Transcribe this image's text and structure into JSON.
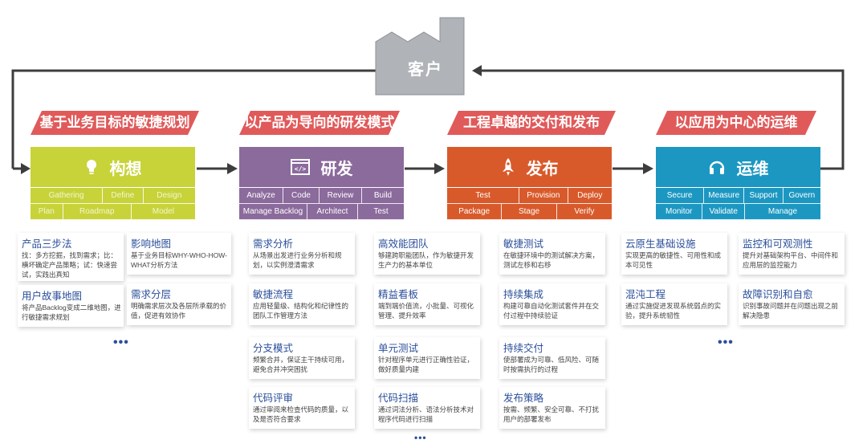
{
  "customer": "客户",
  "banners": [
    "基于业务目标的敏捷规划",
    "以产品为导向的研发模式",
    "工程卓越的交付和发布",
    "以应用为中心的运维"
  ],
  "phases": [
    {
      "title": "构想",
      "icon": "lightbulb-icon",
      "color": "#c8d33a",
      "row1": [
        "Gathering",
        "Define",
        "Design"
      ],
      "row2": [
        "Plan",
        "Roadmap",
        "Model"
      ]
    },
    {
      "title": "研发",
      "icon": "code-window-icon",
      "color": "#8b6a9c",
      "row1": [
        "Analyze",
        "Code",
        "Review",
        "Build"
      ],
      "row2": [
        "Manage Backlog",
        "Architect",
        "Test"
      ]
    },
    {
      "title": "发布",
      "icon": "rocket-icon",
      "color": "#d85a2b",
      "row1": [
        "Test",
        "Provision",
        "Deploy"
      ],
      "row2": [
        "Package",
        "Stage",
        "Verify"
      ]
    },
    {
      "title": "运维",
      "icon": "headset-icon",
      "color": "#1c97c2",
      "row1": [
        "Secure",
        "Measure",
        "Support",
        "Govern"
      ],
      "row2": [
        "Monitor",
        "Validate",
        "Manage"
      ]
    }
  ],
  "cards": [
    {
      "t": "产品三步法",
      "d": "找：多方挖掘，找到需求；比：横坏确定产品策略；试：快速尝试，实践出真知"
    },
    {
      "t": "影响地图",
      "d": "基于业务目标WHY-WHO-HOW-WHAT分析方法"
    },
    {
      "t": "用户故事地图",
      "d": "将产品Backlog变成二维地图，进行敏捷需求规划"
    },
    {
      "t": "需求分层",
      "d": "明确需求层次及各层所承载的价值，促进有效协作"
    },
    {
      "t": "需求分析",
      "d": "从场景出发进行业务分析和规划，以实例澄清需求"
    },
    {
      "t": "敏捷流程",
      "d": "应用轻量级、结构化和纪律性的团队工作管理方法"
    },
    {
      "t": "分支模式",
      "d": "频繁合并，保证主干持续可用，避免合并冲突困扰"
    },
    {
      "t": "代码评审",
      "d": "通过审阅来检查代码的质量，以及是否符合要求"
    },
    {
      "t": "高效能团队",
      "d": "够建跨职能团队，作为敏捷开发生产力的基本单位"
    },
    {
      "t": "精益看板",
      "d": "端到端价值流，小批量、可视化管理、提升效率"
    },
    {
      "t": "单元测试",
      "d": "针对程序单元进行正确性验证，做好质量内建"
    },
    {
      "t": "代码扫描",
      "d": "通过词法分析、语法分析技术对程序代码进行扫描"
    },
    {
      "t": "敏捷测试",
      "d": "在敏捷环境中的测试解决方案，测试左移和右移"
    },
    {
      "t": "持续集成",
      "d": "构建可靠自动化测试套件并在交付过程中持续验证"
    },
    {
      "t": "持续交付",
      "d": "使部署成为可靠、低风险、可随时按需执行的过程"
    },
    {
      "t": "发布策略",
      "d": "按需、频繁、安全可靠、不打扰用户的部署发布"
    },
    {
      "t": "云原生基础设施",
      "d": "实现更高的敏捷性、可用性和成本可见性"
    },
    {
      "t": "监控和可观测性",
      "d": "提升对基础架构平台、中间件和应用层的监控能力"
    },
    {
      "t": "混沌工程",
      "d": "通过实施促进发现系统弱点的实验，提升系统韧性"
    },
    {
      "t": "故障识别和自愈",
      "d": "识别事故问题并在问题出现之前解决隐患"
    }
  ],
  "ellipsis": "•••"
}
